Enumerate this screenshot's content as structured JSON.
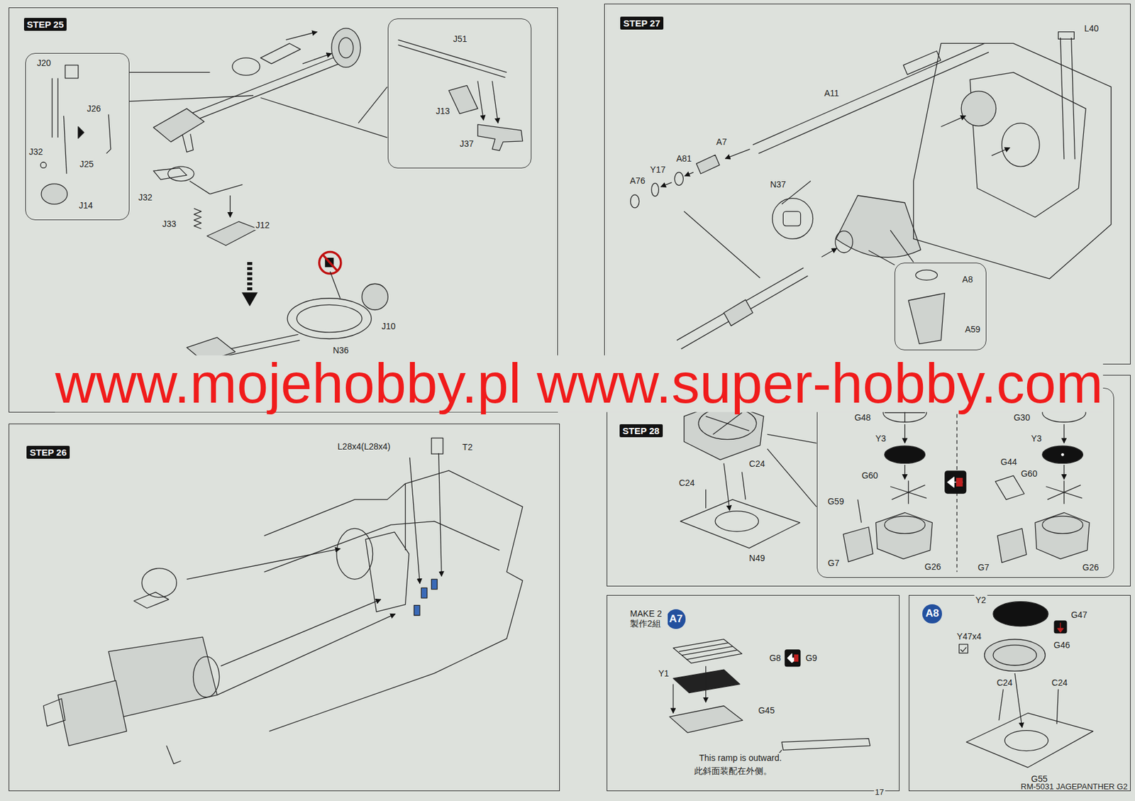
{
  "diagram": {
    "nodes": [
      {
        "text": [
          "STEP 25",
          "J32",
          "J33",
          "J12",
          "J10",
          "N36"
        ]
      },
      {
        "text": [
          "J20",
          "J26",
          "J32",
          "J25",
          "J14"
        ],
        "in": 0
      },
      {
        "text": [
          "J51",
          "J13",
          "J37"
        ],
        "in": 0
      },
      {
        "text": [
          "STEP 26",
          "L28x4(L28x4)",
          "T2"
        ]
      },
      {
        "text": [
          "STEP 27",
          "L40",
          "A11",
          "A7",
          "A81",
          "Y17",
          "A76",
          "N37"
        ]
      },
      {
        "text": [
          "A8",
          "A59"
        ],
        "in": 4
      },
      {
        "text": [
          "STEP 28",
          "C24",
          "C24",
          "N49"
        ]
      },
      {
        "text": [
          "G48",
          "Y3",
          "G60",
          "G59",
          "G7",
          "G26",
          "G30",
          "Y3",
          "G44",
          "G60",
          "G7",
          "G26"
        ],
        "in": 6
      },
      {
        "text": [
          "MAKE 2 製作2組",
          "G8",
          "G9",
          "Y1",
          "G45",
          "This ramp is outward.",
          "此斜面装配在外侧。"
        ]
      },
      {
        "text": [
          "A7"
        ],
        "in": 8
      },
      {
        "text": [
          "Y2",
          "G47",
          "Y47x4",
          "G46",
          "C24",
          "C24",
          "G55"
        ]
      },
      {
        "text": [
          "A8"
        ],
        "in": 10
      }
    ],
    "labels": [
      "www.mojehobby.pl www.super-hobby.com",
      "17",
      "RM-5031 JAGEPANTHER G2"
    ]
  }
}
